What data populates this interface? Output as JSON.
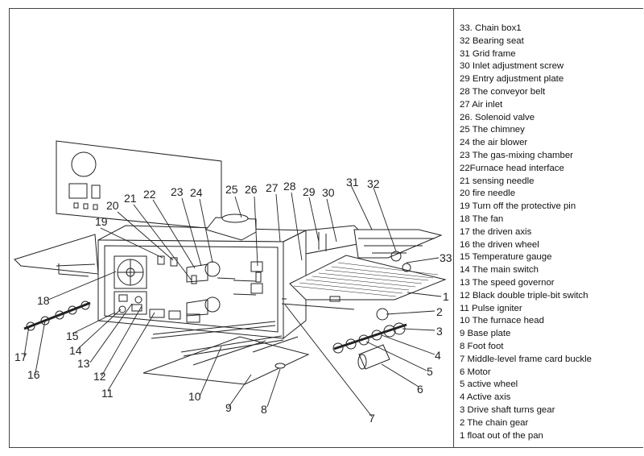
{
  "legend": [
    "33. Chain box1",
    "32 Bearing seat",
    "31 Grid frame",
    "30 Inlet adjustment screw",
    "29 Entry adjustment plate",
    "28 The conveyor belt",
    "27 Air inlet",
    "26. Solenoid valve",
    "25 The chimney",
    "24 the air blower",
    "23 The gas-mixing chamber",
    "22Furnace head interface",
    "21 sensing needle",
    "20 fire needle",
    "19 Turn off the protective pin",
    "18 The fan",
    "17 the driven axis",
    "16 the driven wheel",
    "15 Temperature gauge",
    "14 The main switch",
    "13 The speed governor",
    "12 Black double triple-bit switch",
    "11 Pulse igniter",
    "10 The furnace head",
    "9 Base plate",
    "8 Foot foot",
    "7 Middle-level frame card buckle",
    "6 Motor",
    "5 active wheel",
    "4 Active axis",
    "3 Drive shaft turns gear",
    "2 The chain gear",
    "1 float out of the pan"
  ],
  "callouts": [
    "1",
    "2",
    "3",
    "4",
    "5",
    "6",
    "7",
    "8",
    "9",
    "10",
    "11",
    "12",
    "13",
    "14",
    "15",
    "16",
    "17",
    "18",
    "19",
    "20",
    "21",
    "22",
    "23",
    "24",
    "25",
    "26",
    "27",
    "28",
    "29",
    "30",
    "31",
    "32",
    "33"
  ]
}
